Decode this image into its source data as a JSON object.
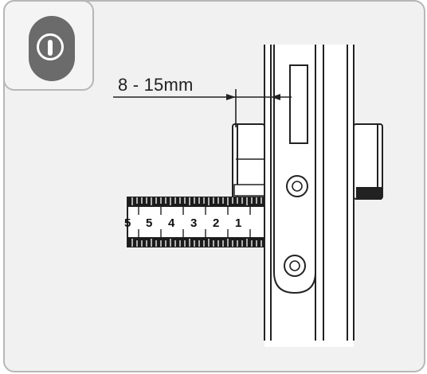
{
  "badge": {
    "icon": "power-info-icon"
  },
  "dimension": {
    "label": "8 - 15mm"
  },
  "ruler": {
    "numbers": [
      "5",
      "5",
      "4",
      "3",
      "2",
      "1"
    ]
  },
  "colors": {
    "background": "#f1f1f1",
    "border": "#b7b7b7",
    "badge": "#6b6b6b",
    "ink": "#222222"
  }
}
